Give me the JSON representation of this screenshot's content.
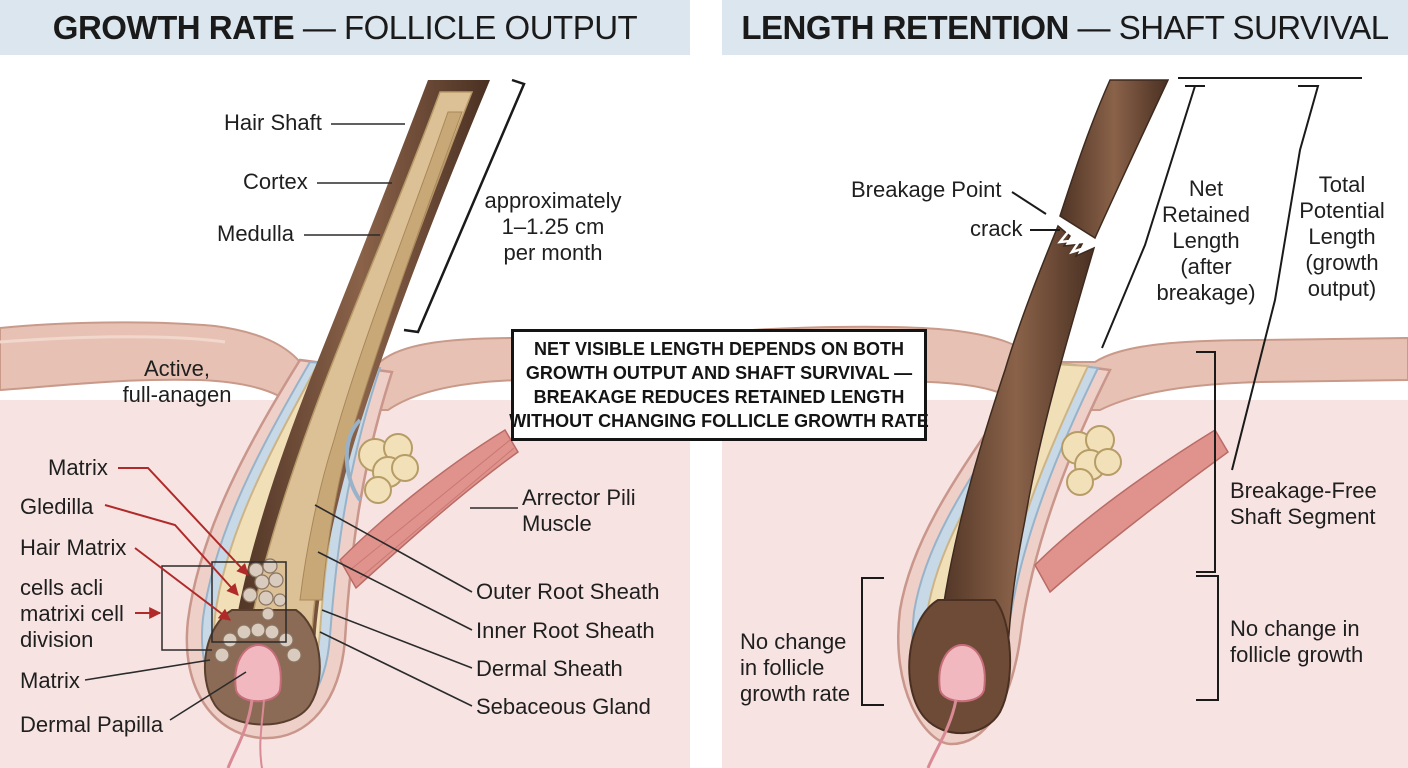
{
  "left_panel": {
    "title_bold": "GROWTH RATE",
    "title_rest": "— FOLLICLE OUTPUT",
    "labels": {
      "hair_shaft": "Hair Shaft",
      "cortex": "Cortex",
      "medulla": "Medulla",
      "growth_rate_line1": "approximately",
      "growth_rate_line2": "1–1.25 cm",
      "growth_rate_line3": "per month",
      "active_line1": "Active,",
      "active_line2": "full-anagen",
      "matrix_top": "Matrix",
      "gledilla": "Gledilla",
      "hair_matrix": "Hair Matrix",
      "cells_line1": "cells acli",
      "cells_line2": "matrixi cell",
      "cells_line3": "division",
      "matrix_bottom": "Matrix",
      "dermal_papilla": "Dermal Papilla",
      "arrector_line1": "Arrector Pili",
      "arrector_line2": "Muscle",
      "outer_root_sheath": "Outer Root Sheath",
      "inner_root_sheath": "Inner Root Sheath",
      "dermal_sheath": "Dermal Sheath",
      "sebaceous_gland": "Sebaceous Gland"
    }
  },
  "right_panel": {
    "title_bold": "LENGTH RETENTION",
    "title_rest": "— SHAFT SURVIVAL",
    "labels": {
      "breakage_point": "Breakage Point",
      "crack": "crack",
      "net_line1": "Net",
      "net_line2": "Retained",
      "net_line3": "Length",
      "net_line4": "(after",
      "net_line5": "breakage)",
      "total_line1": "Total",
      "total_line2": "Potential",
      "total_line3": "Length",
      "total_line4": "(growth",
      "total_line5": "output)",
      "segment_line1": "Breakage-Free",
      "segment_line2": "Shaft Segment",
      "no_change_left_line1": "No change",
      "no_change_left_line2": "in follicle",
      "no_change_left_line3": "growth rate",
      "no_change_right_line1": "No change in",
      "no_change_right_line2": "follicle growth"
    }
  },
  "callout": {
    "line1": "NET VISIBLE LENGTH DEPENDS ON BOTH",
    "line2": "GROWTH OUTPUT AND SHAFT SURVIVAL —",
    "line3": "BREAKAGE REDUCES RETAINED LENGTH",
    "line4": "WITHOUT CHANGING FOLLICLE GROWTH RATE"
  },
  "colors": {
    "header_bg": "#dbe6ef",
    "skin_surface": "#e7c2b4",
    "dermis": "#f7e4e2",
    "hair_shaft": "#6e4b36",
    "cortex": "#d8bc90",
    "sheath_blue": "#b9cfe0",
    "sheath_tan": "#f1dfb8",
    "muscle": "#e0928c",
    "arrow_red": "#b02a2a"
  }
}
